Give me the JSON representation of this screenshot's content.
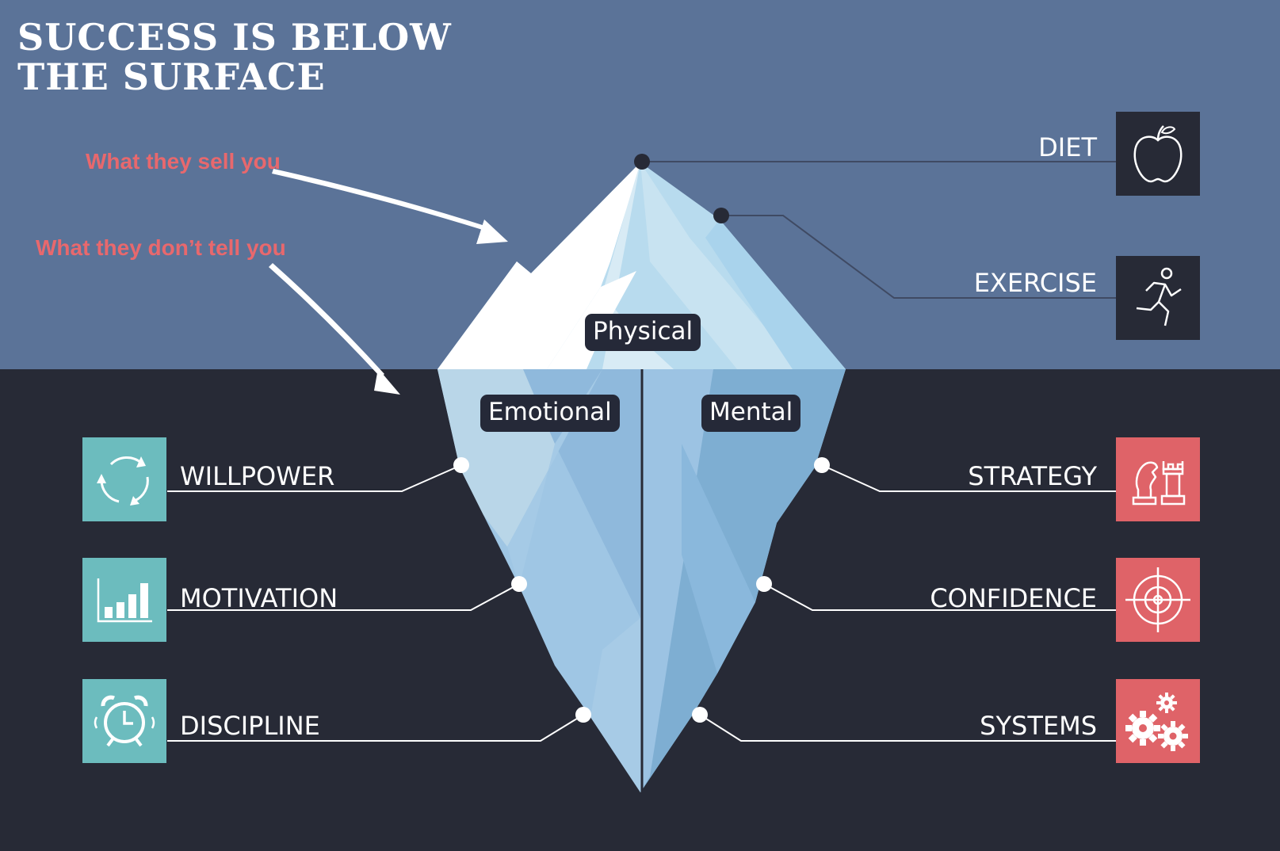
{
  "title": {
    "line1": "SUCCESS IS BELOW",
    "line2": "THE SURFACE"
  },
  "annotations": {
    "above": "What they sell you",
    "below": "What they don’t tell you"
  },
  "tiers": {
    "top": "Physical",
    "left": "Emotional",
    "right": "Mental"
  },
  "items": {
    "diet": "DIET",
    "exercise": "EXERCISE",
    "willpower": "WILLPOWER",
    "motivation": "MOTIVATION",
    "discipline": "DISCIPLINE",
    "strategy": "STRATEGY",
    "confidence": "CONFIDENCE",
    "systems": "SYSTEMS"
  },
  "icons": {
    "diet": "apple-icon",
    "exercise": "runner-icon",
    "willpower": "refresh-cycle-icon",
    "motivation": "bar-chart-icon",
    "discipline": "alarm-clock-icon",
    "strategy": "chess-pieces-icon",
    "confidence": "target-icon",
    "systems": "gears-icon"
  },
  "colors": {
    "sky": "#5b7398",
    "water": "#272a36",
    "teal": "#6cbcbe",
    "coral": "#df6368",
    "dark_box": "#272a36",
    "note": "#e8686d",
    "ice_white": "#ffffff",
    "ice_light": "#c6e1ef",
    "ice_mid": "#9ec7e6",
    "ice_deep": "#7eaed2"
  }
}
